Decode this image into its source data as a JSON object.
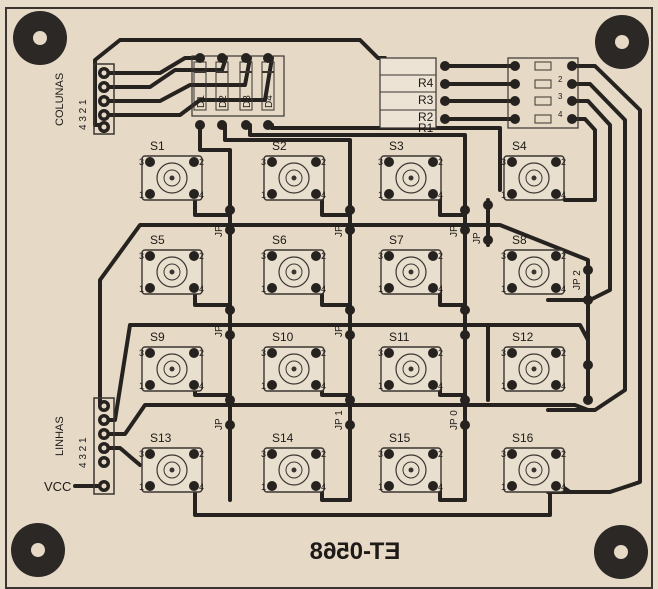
{
  "board": {
    "code": "ET-0568",
    "vcc_label": "VCC"
  },
  "connectors": {
    "colunas_label": "COLUNAS",
    "linhas_label": "LINHAS",
    "pins_label": "4 3 2 1"
  },
  "switches": [
    "S1",
    "S2",
    "S3",
    "S4",
    "S5",
    "S6",
    "S7",
    "S8",
    "S9",
    "S10",
    "S11",
    "S12",
    "S13",
    "S14",
    "S15",
    "S16"
  ],
  "switch_pins": [
    "1",
    "2",
    "3",
    "4"
  ],
  "diodes": [
    "D1",
    "D2",
    "D3",
    "D4"
  ],
  "resistors": [
    "R1",
    "R2",
    "R3",
    "R4"
  ],
  "jumpers": [
    "JP",
    "JP",
    "JP",
    "JP",
    "JP",
    "JP",
    "JP",
    "JP 1",
    "JP 2",
    "JP 0"
  ],
  "header_right_labels": [
    "2",
    "3",
    "4"
  ]
}
